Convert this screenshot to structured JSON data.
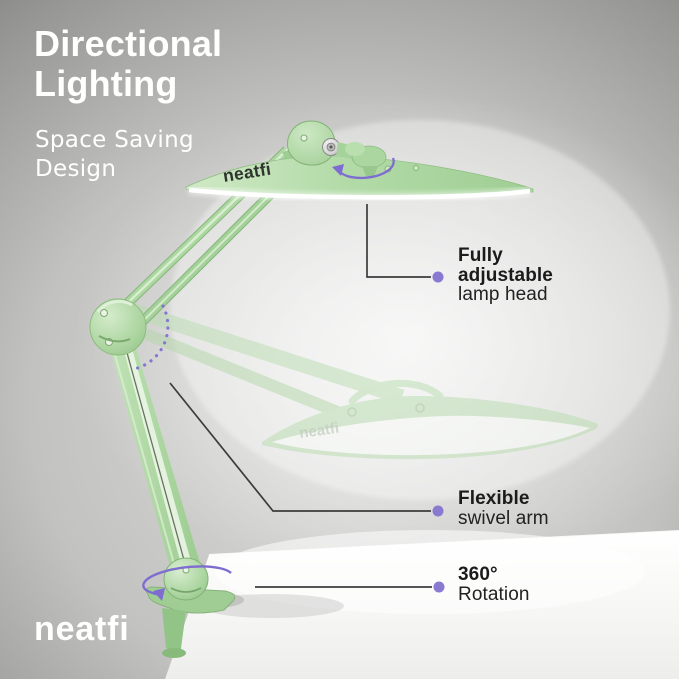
{
  "header": {
    "title_line1": "Directional",
    "title_line2": "Lighting",
    "subtitle_line1": "Space Saving",
    "subtitle_line2": "Design"
  },
  "callouts": {
    "lamp_head": {
      "bold_line1": "Fully",
      "bold_line2": "adjustable",
      "normal_line": "lamp head"
    },
    "swivel_arm": {
      "bold_line1": "Flexible",
      "normal_line": "swivel arm"
    },
    "rotation": {
      "bold_line1": "360°",
      "normal_line": "Rotation"
    }
  },
  "product": {
    "brand_on_head": "neatfi"
  },
  "footer": {
    "brand_logo": "neatfi"
  },
  "colors": {
    "lamp_green": "#a9d49e",
    "lamp_green_light": "#d9eed1",
    "accent_purple": "#7e6cd0",
    "callout_dot_purple": "#8a79d1",
    "callout_line": "#3c3c3c",
    "text_dark": "#1b1b1b",
    "text_white": "#ffffff",
    "desk_white": "#fafafa",
    "background_gray_dark": "#5e5e5e",
    "background_gray_light": "#dcdcda"
  }
}
